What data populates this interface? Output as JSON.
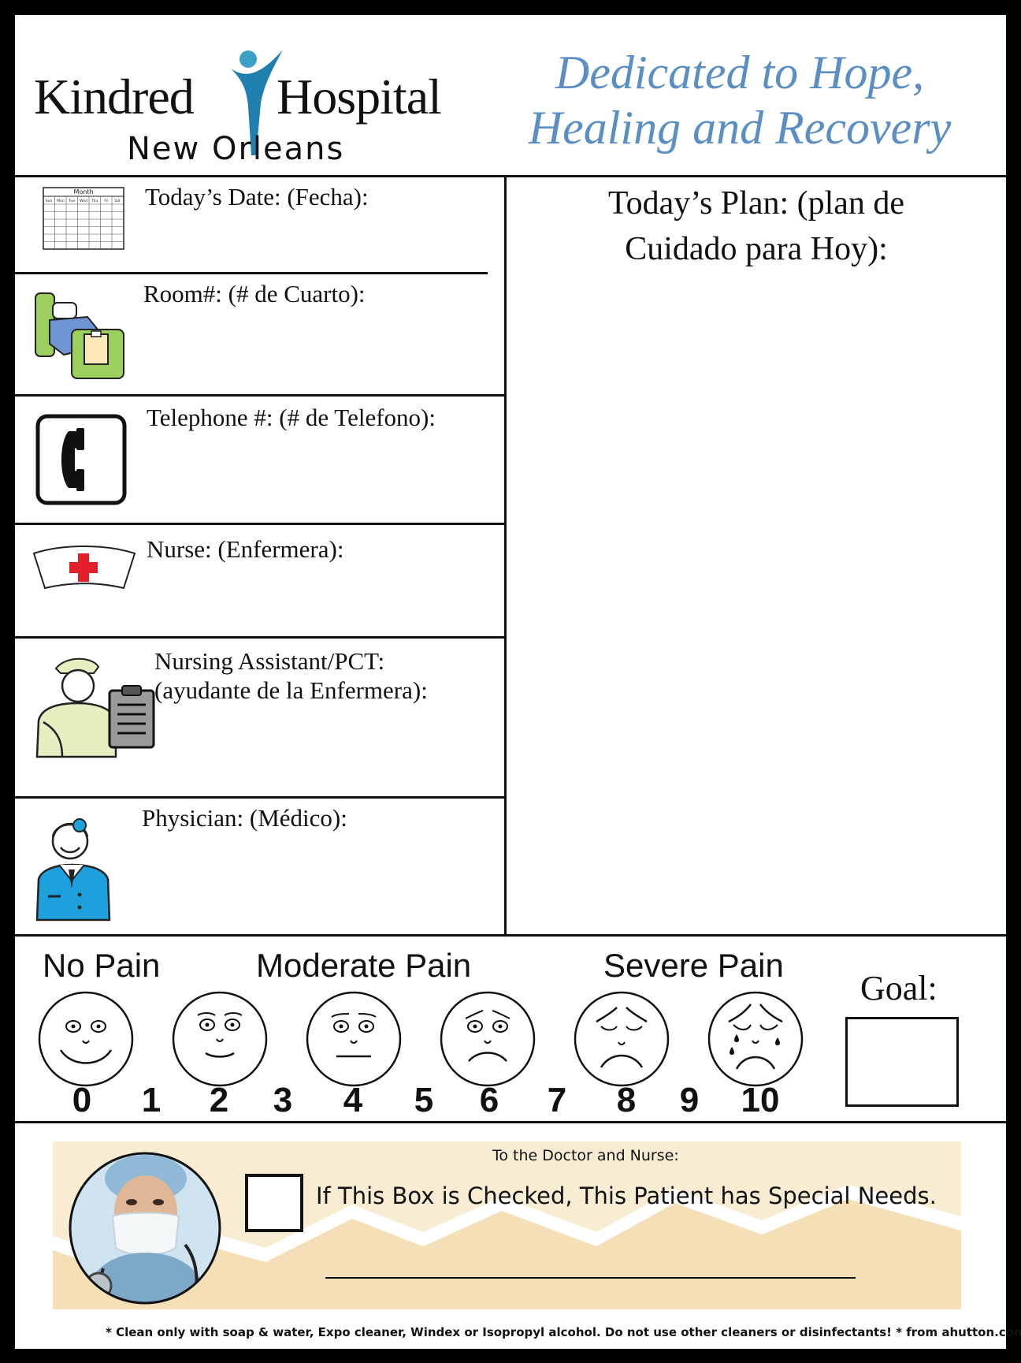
{
  "header": {
    "logo_word1": "Kindred",
    "logo_word2": "Hospital",
    "logo_sub": "New Orleans",
    "tagline_line1": "Dedicated to Hope,",
    "tagline_line2": "Healing and Recovery",
    "tagline_color": "#5b8fc4"
  },
  "fields": {
    "date_label": "Today’s Date: (Fecha):",
    "calendar_month": "Month",
    "calendar_days": [
      "Sun",
      "Mon",
      "Tue",
      "Wed",
      "Thu",
      "Fri",
      "Sat"
    ],
    "room_label": "Room#: (# de Cuarto):",
    "phone_label": "Telephone #: (# de Telefono):",
    "nurse_label": "Nurse: (Enfermera):",
    "assistant_line1": "Nursing Assistant/PCT:",
    "assistant_line2": "(ayudante de la Enfermera):",
    "physician_label": "Physician: (Médico):"
  },
  "plan": {
    "line1": "Today’s Plan:  (plan de",
    "line2": "Cuidado para Hoy):"
  },
  "pain": {
    "no_pain": "No Pain",
    "moderate": "Moderate Pain",
    "severe": "Severe Pain",
    "goal": "Goal:",
    "scale": [
      "0",
      "1",
      "2",
      "3",
      "4",
      "5",
      "6",
      "7",
      "8",
      "9",
      "10"
    ]
  },
  "notice": {
    "heading": "To the Doctor and Nurse:",
    "message": "If This Box is Checked, This Patient has Special Needs.",
    "band_color": "#f8ecd2"
  },
  "footer": {
    "text": "* Clean only with soap & water, Expo cleaner, Windex or Isopropyl alcohol.  Do not use other cleaners or disinfectants! *  from ahutton.com"
  }
}
